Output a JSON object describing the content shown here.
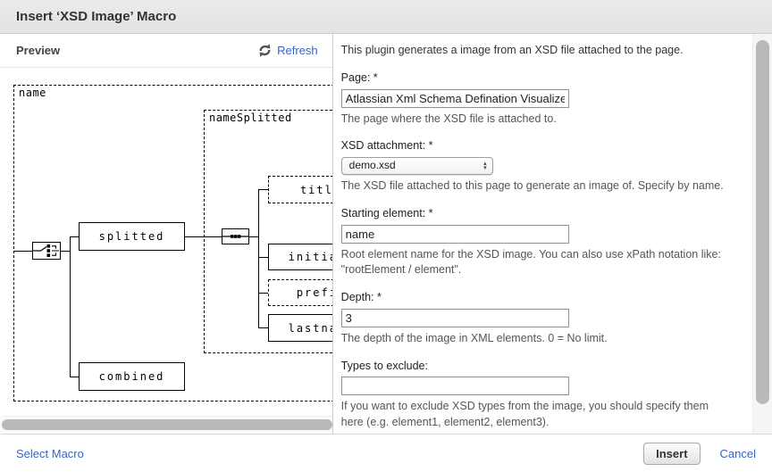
{
  "dialog": {
    "title": "Insert ‘XSD Image’ Macro"
  },
  "preview": {
    "label": "Preview",
    "refresh_label": "Refresh",
    "diagram": {
      "containers": [
        {
          "label": "name"
        },
        {
          "label": "nameSplitted"
        },
        {
          "label": "title"
        }
      ],
      "elements": [
        {
          "label": "splitted",
          "style": "solid"
        },
        {
          "label": "combined",
          "style": "solid"
        },
        {
          "label": "title",
          "style": "dashed"
        },
        {
          "label": "initials",
          "style": "solid"
        },
        {
          "label": "prefix",
          "style": "dashed"
        },
        {
          "label": "lastname",
          "style": "solid"
        }
      ],
      "icons": [
        {
          "name": "choice-icon"
        },
        {
          "name": "sequence-icon"
        },
        {
          "name": "sequence-icon"
        }
      ]
    }
  },
  "form": {
    "intro": "This plugin generates a image from an XSD file attached to the page.",
    "fields": [
      {
        "label": "Page: *",
        "value": "Atlassian Xml Schema Defination Visualizer",
        "help": "The page where the XSD file is attached to.",
        "type": "text"
      },
      {
        "label": "XSD attachment: *",
        "value": "demo.xsd",
        "help": "The XSD file attached to this page to generate an image of. Specify by name.",
        "type": "select"
      },
      {
        "label": "Starting element: *",
        "value": "name",
        "help": "Root element name for the XSD image. You can also use xPath notation like: \"rootElement / element\".",
        "type": "text"
      },
      {
        "label": "Depth: *",
        "value": "3",
        "help": "The depth of the image in XML elements. 0 = No limit.",
        "type": "text"
      },
      {
        "label": "Types to exclude:",
        "value": "",
        "help": "If you want to exclude XSD types from the image, you should specify them here (e.g. element1, element2, element3).",
        "type": "text"
      }
    ]
  },
  "footer": {
    "select_macro_label": "Select Macro",
    "insert_label": "Insert",
    "cancel_label": "Cancel"
  },
  "colors": {
    "link_blue": "#3366cc",
    "header_gray": "#e8e8e8",
    "diagram_stroke": "#000000",
    "scrollbar_gray": "#b9b9b9"
  }
}
